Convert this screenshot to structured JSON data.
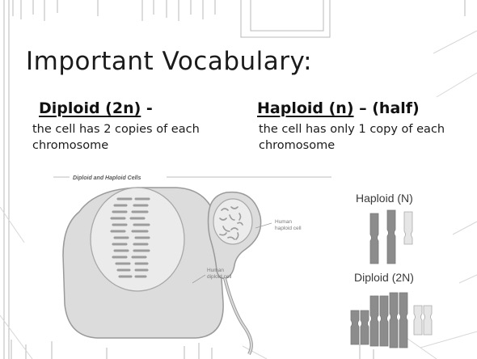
{
  "slide": {
    "title": "Important Vocabulary:",
    "diploid": {
      "term": "Diploid (2n)",
      "suffix": " -",
      "definition": "the cell has 2 copies of each chromosome"
    },
    "haploid": {
      "term": "Haploid (n)",
      "suffix": " – (half)",
      "definition": "the cell has only 1 copy of each chromosome"
    }
  },
  "figure_cells": {
    "caption": "Diploid and Haploid Cells",
    "haploid_label_line1": "Human",
    "haploid_label_line2": "haploid cell",
    "diploid_label_line1": "Human",
    "diploid_label_line2": "diploid cell"
  },
  "figure_chromosomes": {
    "haploid_label": "Haploid (N)",
    "diploid_label": "Diploid (2N)"
  },
  "colors": {
    "cell_fill": "#dcdcdc",
    "cell_stroke": "#9a9a9a",
    "chromosome_dark": "#8c8c8c",
    "chromosome_light": "#e4e4e4",
    "decor_line": "#b5b5b5"
  }
}
